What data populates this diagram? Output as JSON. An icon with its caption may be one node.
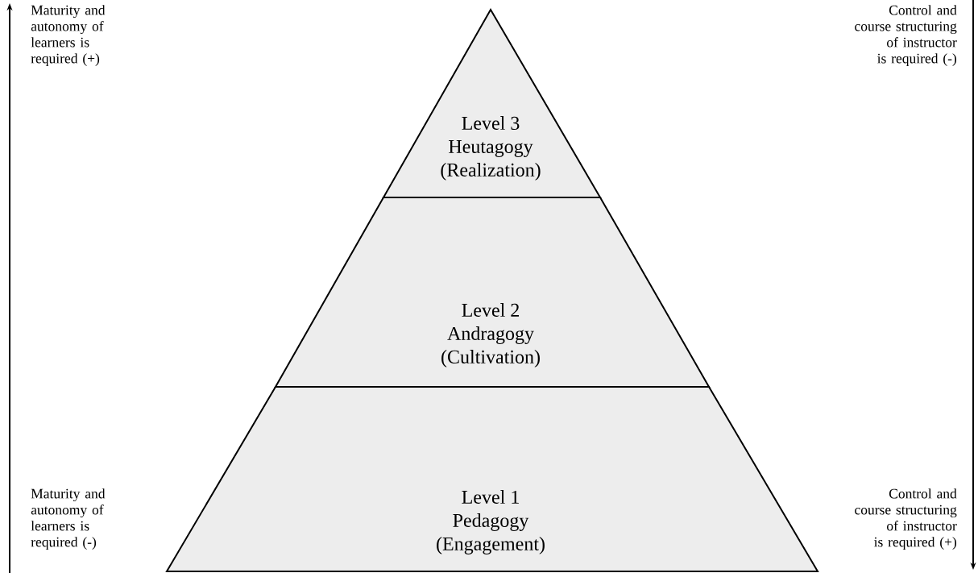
{
  "diagram": {
    "nodes": [
      {
        "text": [
          "Level 3",
          "Heutagogy",
          "(Realization)"
        ]
      },
      {
        "text": [
          "Level 2",
          "Andragogy",
          "(Cultivation)"
        ]
      },
      {
        "text": [
          "Level 1",
          "Pedagogy",
          "(Engagement)"
        ]
      }
    ],
    "labels": [
      "Maturity and autonomy of learners is required (+)",
      "Control and course structuring of instructor is required (-)",
      "Maturity and autonomy of learners is required (-)",
      "Control and course structuring of instructor is required (+)"
    ]
  }
}
